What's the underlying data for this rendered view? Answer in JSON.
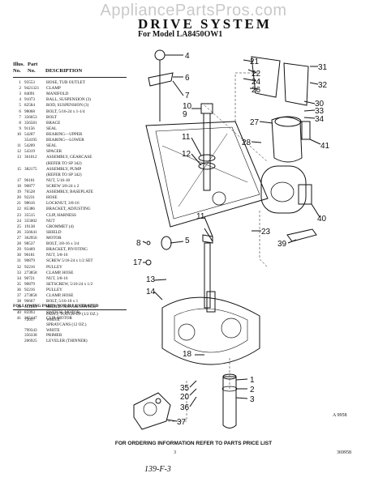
{
  "watermark": "AppliancePartsPros.com",
  "title": "DRIVE SYSTEM",
  "subtitle": "For Model LA8450OW1",
  "table_header": {
    "illus_no_line1": "Illus.",
    "illus_no_line2": "No.",
    "part_no_line1": "Part",
    "part_no_line2": "No.",
    "description": "DESCRIPTION"
  },
  "parts": [
    {
      "no": "1",
      "part": "93553",
      "desc": "HOSE, TUB OUTLET"
    },
    {
      "no": "2",
      "part": "9421321",
      "desc": "CLAMP"
    },
    {
      "no": "3",
      "part": "84091",
      "desc": "MANIFOLD"
    },
    {
      "no": "4",
      "part": "91073",
      "desc": "BALL, SUSPENSION (3)"
    },
    {
      "no": "5",
      "part": "82584",
      "desc": "ROD, SUSPENSION (3)"
    },
    {
      "no": "6",
      "part": "98068",
      "desc": "BOLT, 5/16-24 x 1-1/4"
    },
    {
      "no": "7",
      "part": "356653",
      "desc": "BOLT"
    },
    {
      "no": "8",
      "part": "356581",
      "desc": "BRACE"
    },
    {
      "no": "9",
      "part": "91156",
      "desc": "SEAL"
    },
    {
      "no": "10",
      "part": "54207",
      "desc": "BEARING—UPPER"
    },
    {
      "no": "",
      "part": "354195",
      "desc": "BEARING—LOWER"
    },
    {
      "no": "11",
      "part": "54209",
      "desc": "SEAL"
    },
    {
      "no": "12",
      "part": "54319",
      "desc": "SPACER"
    },
    {
      "no": "13",
      "part": "361012",
      "desc": "ASSEMBLY, GEARCASE"
    },
    {
      "no": "",
      "part": "",
      "desc": "(REFER TO SP 342)"
    },
    {
      "no": "15",
      "part": "382175",
      "desc": "ASSEMBLY, PUMP"
    },
    {
      "no": "",
      "part": "",
      "desc": "(REFER TO SP 342)"
    },
    {
      "no": "17",
      "part": "96101",
      "desc": "NUT, 5/16-18"
    },
    {
      "no": "18",
      "part": "90877",
      "desc": "SCREW 3/8-24 x 2"
    },
    {
      "no": "19",
      "part": "76528",
      "desc": "ASSEMBLY, BASEPLATE"
    },
    {
      "no": "20",
      "part": "92231",
      "desc": "HOSE"
    },
    {
      "no": "21",
      "part": "98616",
      "desc": "LOCKNUT, 3/8-16"
    },
    {
      "no": "22",
      "part": "85386",
      "desc": "BRACKET, ADJUSTING"
    },
    {
      "no": "23",
      "part": "35515",
      "desc": "CLIP, HARNESS"
    },
    {
      "no": "24",
      "part": "355002",
      "desc": "NUT"
    },
    {
      "no": "25",
      "part": "19138",
      "desc": "GROMMET (4)"
    },
    {
      "no": "26",
      "part": "356641",
      "desc": "SHIELD"
    },
    {
      "no": "27",
      "part": "362956",
      "desc": "MOTOR"
    },
    {
      "no": "28",
      "part": "98537",
      "desc": "BOLT, 3/8-16 x 3/4"
    },
    {
      "no": "29",
      "part": "93469",
      "desc": "BRACKET, PIVOTING"
    },
    {
      "no": "30",
      "part": "90181",
      "desc": "NUT, 3/8-16"
    },
    {
      "no": "31",
      "part": "90879",
      "desc": "SCREW 5/16-24 x 1/2 SET"
    },
    {
      "no": "32",
      "part": "92216",
      "desc": "PULLEY"
    },
    {
      "no": "33",
      "part": "273858",
      "desc": "CLAMP, HOSE"
    },
    {
      "no": "34",
      "part": "90721",
      "desc": "NUT, 3/8-16"
    },
    {
      "no": "35",
      "part": "90879",
      "desc": "SETSCREW, 5/16-24 x 1/2"
    },
    {
      "no": "36",
      "part": "92216",
      "desc": "PULLEY"
    },
    {
      "no": "37",
      "part": "273858",
      "desc": "CLAMP, HOSE"
    },
    {
      "no": "38",
      "part": "96667",
      "desc": "BOLT, 5/16-18 x 1"
    },
    {
      "no": "39",
      "part": "351201",
      "desc": "SHIELD, MOTOR SWITCH"
    },
    {
      "no": "40",
      "part": "85993",
      "desc": "SWITCH, MOTOR"
    },
    {
      "no": "41",
      "part": "365447",
      "desc": "CLIP, MOTOR"
    }
  ],
  "not_illustrated_title": "FOLLOWING PARTS NOT ILLUSTRATED",
  "not_illustrated": [
    {
      "part": "",
      "desc": "PAINT, TOUCH-UP (1/2 OZ.)"
    },
    {
      "part": "72017",
      "desc": "WHITE"
    },
    {
      "part": "",
      "desc": "SPRAYCANS (12 OZ.)"
    },
    {
      "part": "799343",
      "desc": "WHITE"
    },
    {
      "part": "356338",
      "desc": "PRIMER"
    },
    {
      "part": "206925",
      "desc": "LEVELER (THINNER)"
    }
  ],
  "callouts": {
    "c4": "4",
    "c6": "6",
    "c7": "7",
    "c10": "10",
    "c9": "9",
    "c11a": "11",
    "c12": "12",
    "c11b": "11",
    "c8": "8",
    "c17": "17",
    "c5": "5",
    "c13": "13",
    "c14": "14",
    "c18": "18",
    "c35": "35",
    "c20": "20",
    "c36": "36",
    "c37": "37",
    "c1": "1",
    "c2": "2",
    "c3": "3",
    "c21": "21",
    "c22": "22",
    "c24": "24",
    "c26": "26",
    "c31": "31",
    "c32": "32",
    "c30": "30",
    "c33": "33",
    "c34": "34",
    "c27": "27",
    "c28": "28",
    "c41": "41",
    "c40": "40",
    "c39": "39",
    "c23": "23"
  },
  "figure_code": "A 9958",
  "footer_note": "FOR ORDERING INFORMATION REFER TO PARTS PRICE LIST",
  "page_number": "3",
  "document_code": "369958",
  "handwritten_note": "139-F-3"
}
